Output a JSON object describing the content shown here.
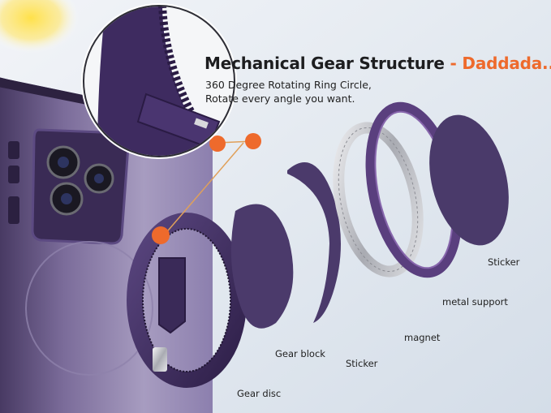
{
  "header": {
    "title": "Mechanical Gear Structure",
    "separator": " - ",
    "brand": "Daddada....",
    "subtitle_line1": "360 Degree Rotating Ring Circle,",
    "subtitle_line2": "Rotate every angle you want."
  },
  "parts": {
    "gear_disc": "Gear disc",
    "gear_block": "Gear block",
    "sticker_inner": "Sticker",
    "magnet": "magnet",
    "metal_support": "metal support",
    "sticker_outer": "Sticker"
  },
  "colors": {
    "accent": "#ee6a2c",
    "case_purple": "#4b3a6b",
    "deep_purple": "#3d2a5e",
    "background": "#dfe6ee"
  }
}
